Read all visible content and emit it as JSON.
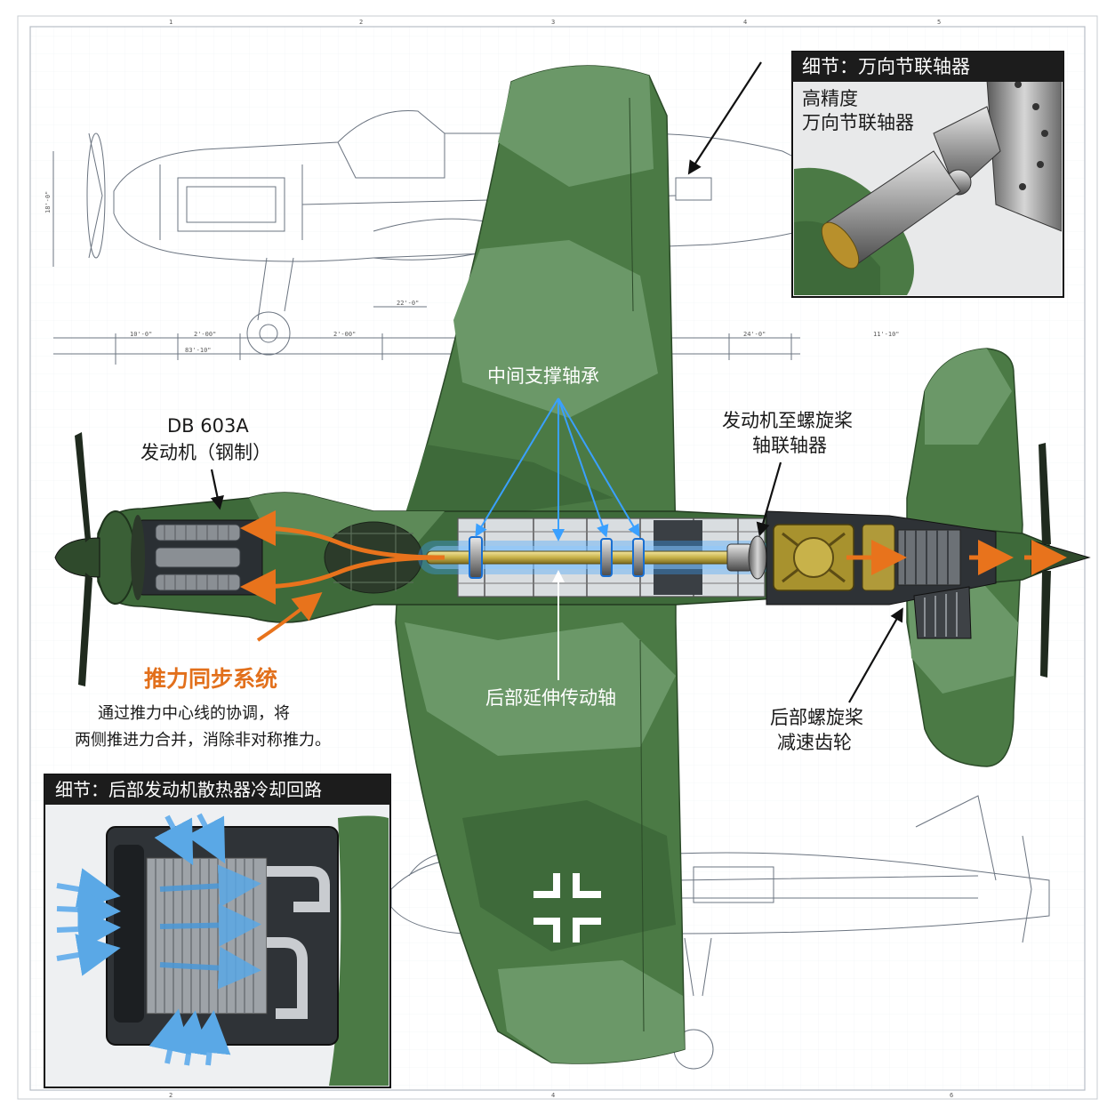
{
  "labels": {
    "ujoint_box_title": "细节：万向节联轴器",
    "ujoint_caption_1": "高精度",
    "ujoint_caption_2": "万向节联轴器",
    "engine_line_1": "DB 603A",
    "engine_line_2": "发动机（钢制）",
    "bearings": "中间支撑轴承",
    "coupling_line_1": "发动机至螺旋桨",
    "coupling_line_2": "轴联轴器",
    "thrust_title": "推力同步系统",
    "thrust_desc_1": "通过推力中心线的协调，将",
    "thrust_desc_2": "两侧推进力合并，消除非对称推力。",
    "shaft": "后部延伸传动轴",
    "gearbox_line_1": "后部螺旋桨",
    "gearbox_line_2": "减速齿轮",
    "radiator_box_title": "细节：后部发动机散热器冷却回路"
  },
  "dimensions": {
    "d1": "10'-0\"",
    "d2": "2'-00\"",
    "d3": "2'-00\"",
    "d4": "24'-0\"",
    "d5": "11'-10\"",
    "d6": "83'-10\"",
    "d7": "22'-0\"",
    "d8": "18'-0\""
  },
  "grid_numbers": [
    "1",
    "2",
    "3",
    "4",
    "5",
    "6"
  ],
  "colors": {
    "camo_dark": "#3e6a3a",
    "camo_light": "#6b9868",
    "glow_blue": "#3aa0ff",
    "thrust_orange": "#e8731c",
    "shaft_gold": "#c8b24a",
    "title_bar": "#1c1c1c"
  },
  "icons": {
    "insignia": "balkenkreuz-icon"
  }
}
